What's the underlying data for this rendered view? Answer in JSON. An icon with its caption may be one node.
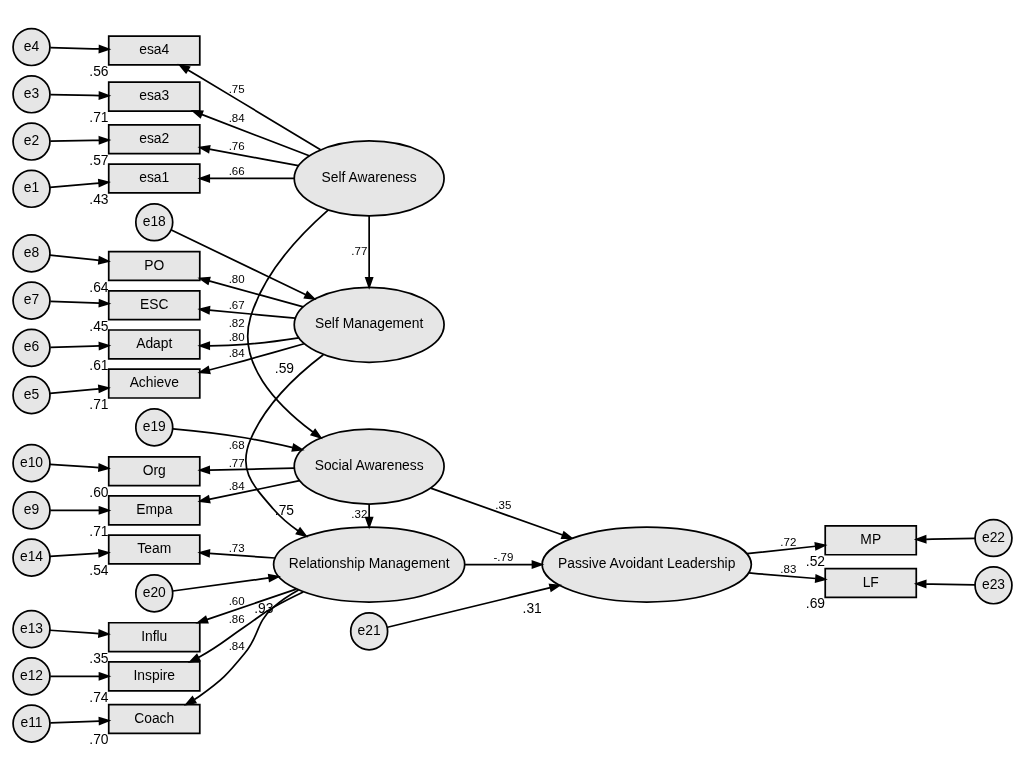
{
  "diagram": {
    "nodes": [
      {
        "text": [
          "e4"
        ]
      },
      {
        "text": [
          "esa4"
        ],
        "beside": [
          ".56"
        ]
      },
      {
        "text": [
          "e3"
        ]
      },
      {
        "text": [
          "esa3"
        ],
        "beside": [
          ".71"
        ]
      },
      {
        "text": [
          "e2"
        ]
      },
      {
        "text": [
          "esa2"
        ],
        "beside": [
          ".57"
        ]
      },
      {
        "text": [
          "e1"
        ]
      },
      {
        "text": [
          "esa1"
        ],
        "beside": [
          ".43"
        ]
      },
      {
        "text": [
          "Self Awareness"
        ]
      },
      {
        "text": [
          "e18"
        ]
      },
      {
        "text": [
          "e8"
        ]
      },
      {
        "text": [
          "PO"
        ],
        "beside": [
          ".64"
        ]
      },
      {
        "text": [
          "e7"
        ]
      },
      {
        "text": [
          "ESC"
        ],
        "beside": [
          ".45"
        ]
      },
      {
        "text": [
          "e6"
        ]
      },
      {
        "text": [
          "Adapt"
        ],
        "beside": [
          ".61"
        ]
      },
      {
        "text": [
          "e5"
        ]
      },
      {
        "text": [
          "Achieve"
        ],
        "beside": [
          ".71"
        ]
      },
      {
        "text": [
          "Self Management"
        ],
        "beside": [
          ".59"
        ]
      },
      {
        "text": [
          "e21"
        ]
      },
      {
        "text": [
          "Passive Avoidant Leadership"
        ],
        "beside": [
          ".31"
        ]
      },
      {
        "text": [
          "MP"
        ],
        "beside": [
          ".52"
        ]
      },
      {
        "text": [
          "e22"
        ]
      },
      {
        "text": [
          "LF"
        ],
        "beside": [
          ".69"
        ]
      },
      {
        "text": [
          "e23"
        ]
      },
      {
        "text": [
          "e19"
        ]
      },
      {
        "text": [
          "e10"
        ]
      },
      {
        "text": [
          "Org"
        ],
        "beside": [
          ".60"
        ]
      },
      {
        "text": [
          "e9"
        ]
      },
      {
        "text": [
          "Empa"
        ],
        "beside": [
          ".71"
        ]
      },
      {
        "text": [
          "Social Awareness"
        ],
        "beside": [
          ".75"
        ]
      },
      {
        "text": [
          "e14"
        ]
      },
      {
        "text": [
          "Team"
        ],
        "beside": [
          ".54"
        ]
      },
      {
        "text": [
          "e20"
        ]
      },
      {
        "text": [
          "e13"
        ]
      },
      {
        "text": [
          "Influ"
        ],
        "beside": [
          ".35"
        ]
      },
      {
        "text": [
          "e12"
        ]
      },
      {
        "text": [
          "Inspire"
        ],
        "beside": [
          ".74"
        ]
      },
      {
        "text": [
          "e11"
        ]
      },
      {
        "text": [
          "Coach"
        ],
        "beside": [
          ".70"
        ]
      },
      {
        "text": [
          "Relationship Management"
        ],
        "beside": [
          ".93"
        ]
      }
    ],
    "edges": [
      {
        "from": 0,
        "to": 1,
        "arrow": "to"
      },
      {
        "from": 2,
        "to": 3,
        "arrow": "to"
      },
      {
        "from": 4,
        "to": 5,
        "arrow": "to"
      },
      {
        "from": 6,
        "to": 7,
        "arrow": "to"
      },
      {
        "from": 8,
        "to": 1,
        "arrow": "to",
        "label": ".75"
      },
      {
        "from": 8,
        "to": 3,
        "arrow": "to",
        "label": ".84"
      },
      {
        "from": 8,
        "to": 5,
        "arrow": "to",
        "label": ".76"
      },
      {
        "from": 8,
        "to": 7,
        "arrow": "to",
        "label": ".66"
      },
      {
        "from": 8,
        "to": 18,
        "arrow": "to",
        "label": ".77"
      },
      {
        "from": 8,
        "to": 30,
        "arrow": "to",
        "label": ".82"
      },
      {
        "from": 9,
        "to": 18,
        "arrow": "to"
      },
      {
        "from": 10,
        "to": 11,
        "arrow": "to"
      },
      {
        "from": 12,
        "to": 13,
        "arrow": "to"
      },
      {
        "from": 14,
        "to": 15,
        "arrow": "to"
      },
      {
        "from": 16,
        "to": 17,
        "arrow": "to"
      },
      {
        "from": 18,
        "to": 11,
        "arrow": "to",
        "label": ".80"
      },
      {
        "from": 18,
        "to": 13,
        "arrow": "to",
        "label": ".67"
      },
      {
        "from": 18,
        "to": 15,
        "arrow": "to",
        "label": ".80"
      },
      {
        "from": 18,
        "to": 17,
        "arrow": "to",
        "label": ".84"
      },
      {
        "from": 18,
        "to": 40,
        "arrow": "to",
        "label": ".68"
      },
      {
        "from": 19,
        "to": 20,
        "arrow": "to"
      },
      {
        "from": 20,
        "to": 21,
        "arrow": "to",
        "label": ".72"
      },
      {
        "from": 20,
        "to": 23,
        "arrow": "to",
        "label": ".83"
      },
      {
        "from": 22,
        "to": 21,
        "arrow": "to"
      },
      {
        "from": 24,
        "to": 23,
        "arrow": "to"
      },
      {
        "from": 25,
        "to": 30,
        "arrow": "to"
      },
      {
        "from": 26,
        "to": 27,
        "arrow": "to"
      },
      {
        "from": 28,
        "to": 29,
        "arrow": "to"
      },
      {
        "from": 30,
        "to": 27,
        "arrow": "to",
        "label": ".77"
      },
      {
        "from": 30,
        "to": 29,
        "arrow": "to",
        "label": ".84"
      },
      {
        "from": 30,
        "to": 20,
        "arrow": "to",
        "label": ".35"
      },
      {
        "from": 30,
        "to": 40,
        "arrow": "to",
        "label": ".32"
      },
      {
        "from": 31,
        "to": 32,
        "arrow": "to"
      },
      {
        "from": 33,
        "to": 40,
        "arrow": "to"
      },
      {
        "from": 34,
        "to": 35,
        "arrow": "to"
      },
      {
        "from": 36,
        "to": 37,
        "arrow": "to"
      },
      {
        "from": 38,
        "to": 39,
        "arrow": "to"
      },
      {
        "from": 40,
        "to": 32,
        "arrow": "to",
        "label": ".73"
      },
      {
        "from": 40,
        "to": 35,
        "arrow": "to",
        "label": ".60"
      },
      {
        "from": 40,
        "to": 37,
        "arrow": "to",
        "label": ".86"
      },
      {
        "from": 40,
        "to": 39,
        "arrow": "to",
        "label": ".84"
      },
      {
        "from": 40,
        "to": 20,
        "arrow": "to",
        "label": "-.79"
      }
    ]
  }
}
